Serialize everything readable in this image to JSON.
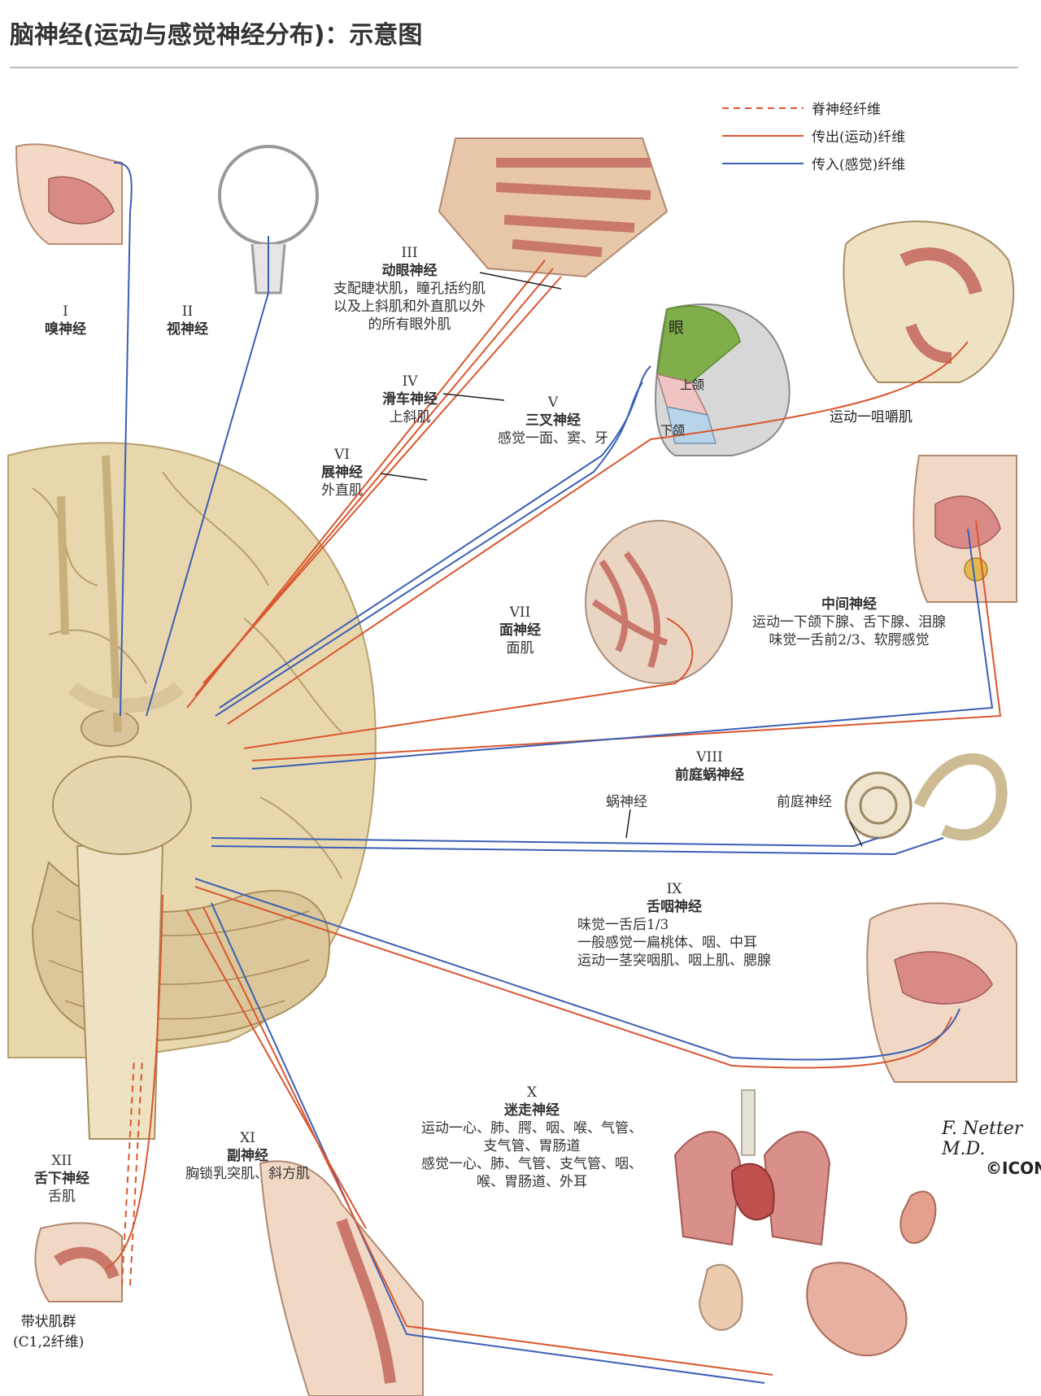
{
  "title": "脑神经(运动与感觉神经分布)：示意图",
  "legend": [
    {
      "label": "脊神经纤维",
      "color": "#d9562f",
      "style": "dashed"
    },
    {
      "label": "传出(运动)纤维",
      "color": "#d9562f",
      "style": "solid"
    },
    {
      "label": "传入(感觉)纤维",
      "color": "#3a5fb5",
      "style": "solid"
    }
  ],
  "nerves": {
    "I": {
      "num": "I",
      "name": "嗅神经"
    },
    "II": {
      "num": "II",
      "name": "视神经"
    },
    "III": {
      "num": "III",
      "name": "动眼神经",
      "desc": [
        "支配睫状肌，瞳孔括约肌",
        "以及上斜肌和外直肌以外",
        "的所有眼外肌"
      ]
    },
    "IV": {
      "num": "IV",
      "name": "滑车神经",
      "desc": [
        "上斜肌"
      ]
    },
    "V": {
      "num": "V",
      "name": "三叉神经",
      "desc": [
        "感觉一面、窦、牙"
      ]
    },
    "VI": {
      "num": "VI",
      "name": "展神经",
      "desc": [
        "外直肌"
      ]
    },
    "VII": {
      "num": "VII",
      "name": "面神经",
      "desc": [
        "面肌"
      ]
    },
    "intermediate": {
      "name": "中间神经",
      "desc": [
        "运动一下颌下腺、舌下腺、泪腺",
        "味觉一舌前2/3、软腭感觉"
      ]
    },
    "VIII": {
      "num": "VIII",
      "name": "前庭蜗神经",
      "cochlear": "蜗神经",
      "vestibular": "前庭神经"
    },
    "IX": {
      "num": "IX",
      "name": "舌咽神经",
      "desc": [
        "味觉一舌后1/3",
        "一般感觉一扁桃体、咽、中耳",
        "运动一茎突咽肌、咽上肌、腮腺"
      ]
    },
    "X": {
      "num": "X",
      "name": "迷走神经",
      "desc": [
        "运动一心、肺、腭、咽、喉、气管、",
        "支气管、胃肠道",
        "感觉一心、肺、气管、支气管、咽、",
        "喉、胃肠道、外耳"
      ]
    },
    "XI": {
      "num": "XI",
      "name": "副神经",
      "desc": [
        "胸锁乳突肌、斜方肌"
      ]
    },
    "XII": {
      "num": "XII",
      "name": "舌下神经",
      "desc": [
        "舌肌"
      ]
    }
  },
  "face_regions": {
    "eye": "眼",
    "upper": "上颌",
    "lower": "下颌"
  },
  "masseter": "运动一咀嚼肌",
  "strap": [
    "带状肌群",
    "(C1,2纤维)"
  ],
  "signature": "F. Netter M.D.",
  "publisher": "©ICON",
  "colors": {
    "motor": "#d9562f",
    "sensory": "#3a5fb5",
    "brain": "#e8d7ad",
    "muscle": "#c9786b"
  }
}
